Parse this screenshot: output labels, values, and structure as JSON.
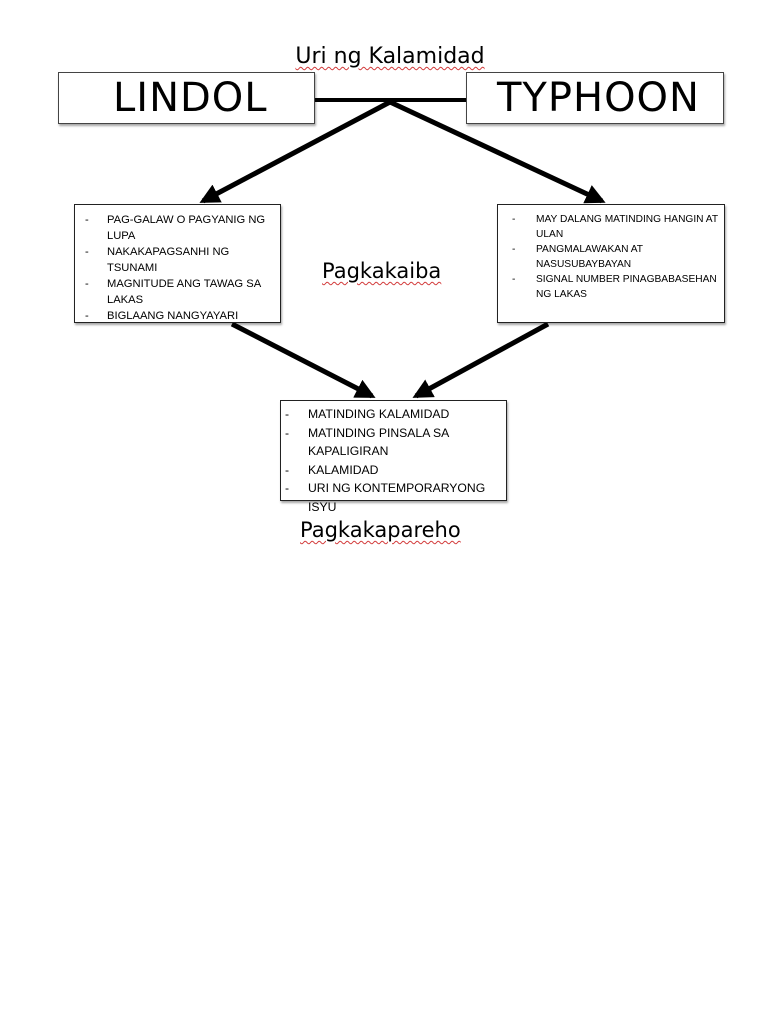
{
  "title": "Uri ng Kalamidad",
  "left_topic": "LINDOL",
  "right_topic": "TYPHOON",
  "differences_label": "Pagkakaiba",
  "similarities_label": "Pagkakapareho",
  "lindol_items": [
    "PAG-GALAW O PAGYANIG NG LUPA",
    "NAKAKAPAGSANHI NG TSUNAMI",
    "MAGNITUDE ANG TAWAG SA LAKAS",
    "BIGLAANG NANGYAYARI"
  ],
  "typhoon_items": [
    "MAY DALANG MATINDING HANGIN AT ULAN",
    "PANGMALAWAKAN AT NASUSUBAYBAYAN",
    "SIGNAL NUMBER PINAGBABASEHAN NG LAKAS"
  ],
  "common_items": [
    "MATINDING KALAMIDAD",
    "MATINDING PINSALA SA KAPALIGIRAN",
    "KALAMIDAD",
    "URI NG KONTEMPORARYONG ISYU"
  ]
}
